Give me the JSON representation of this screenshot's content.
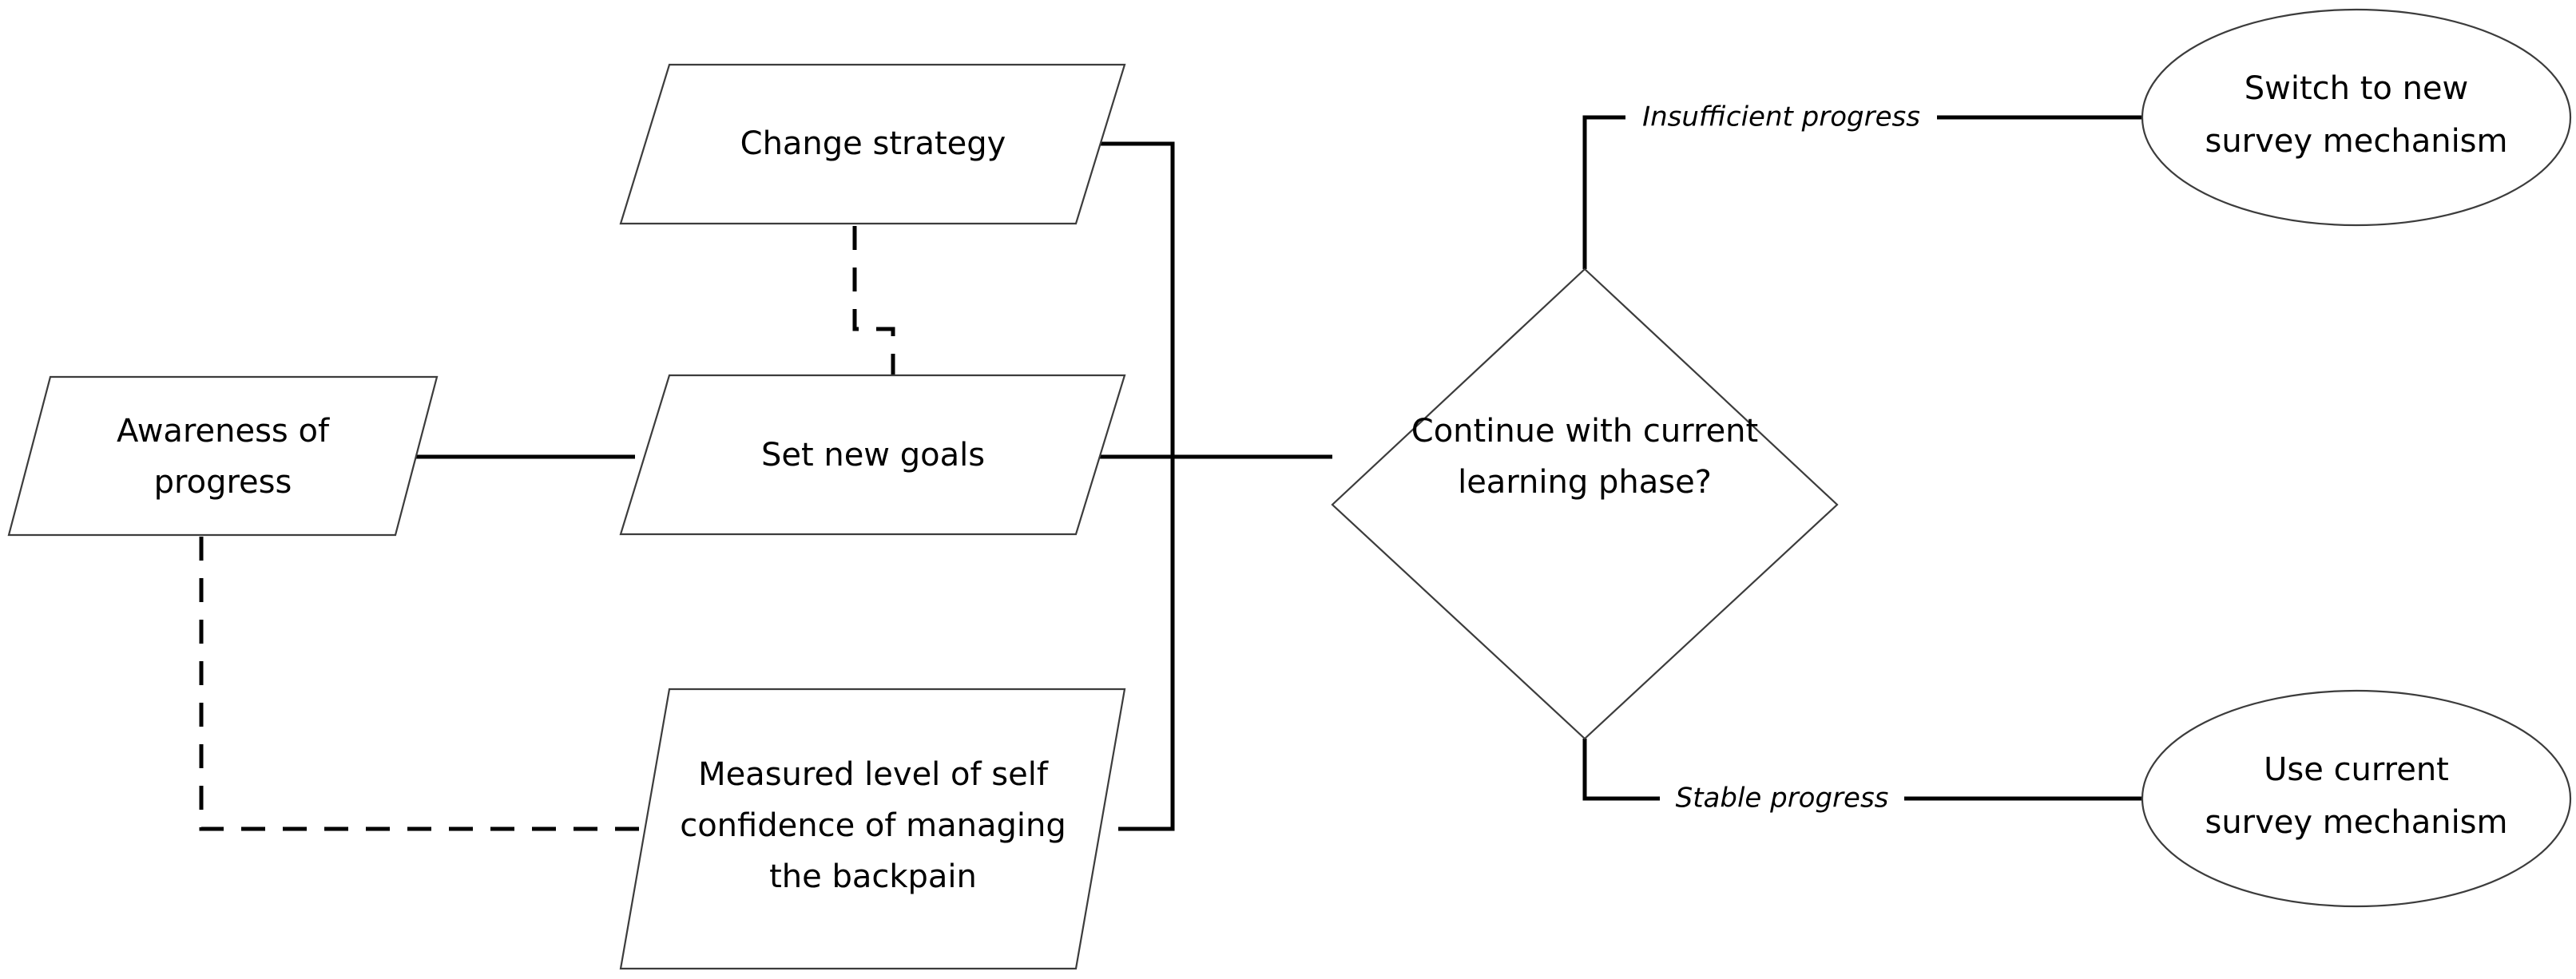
{
  "diagram": {
    "type": "flowchart",
    "title": "",
    "background_color": "#ffffff",
    "shape_stroke_color": "#3c3c3c",
    "connector_color": "#000000",
    "text_color": "#000000",
    "nodes": [
      {
        "id": "awareness",
        "shape": "parallelogram",
        "lines": [
          "Awareness of",
          "progress"
        ]
      },
      {
        "id": "change-strategy",
        "shape": "parallelogram",
        "lines": [
          "Change strategy"
        ]
      },
      {
        "id": "set-new-goals",
        "shape": "parallelogram",
        "lines": [
          "Set new goals"
        ]
      },
      {
        "id": "measured-level",
        "shape": "parallelogram",
        "lines": [
          "Measured level of self",
          "confidence of managing",
          "the backpain"
        ]
      },
      {
        "id": "decision",
        "shape": "diamond",
        "lines": [
          "Continue with current",
          "learning phase?"
        ]
      },
      {
        "id": "switch-survey",
        "shape": "ellipse",
        "lines": [
          "Switch to new",
          "survey mechanism"
        ]
      },
      {
        "id": "use-current-survey",
        "shape": "ellipse",
        "lines": [
          "Use current",
          "survey mechanism"
        ]
      }
    ],
    "edge_labels": {
      "insufficient_progress": "Insufficient progress",
      "stable_progress": "Stable progress"
    }
  }
}
